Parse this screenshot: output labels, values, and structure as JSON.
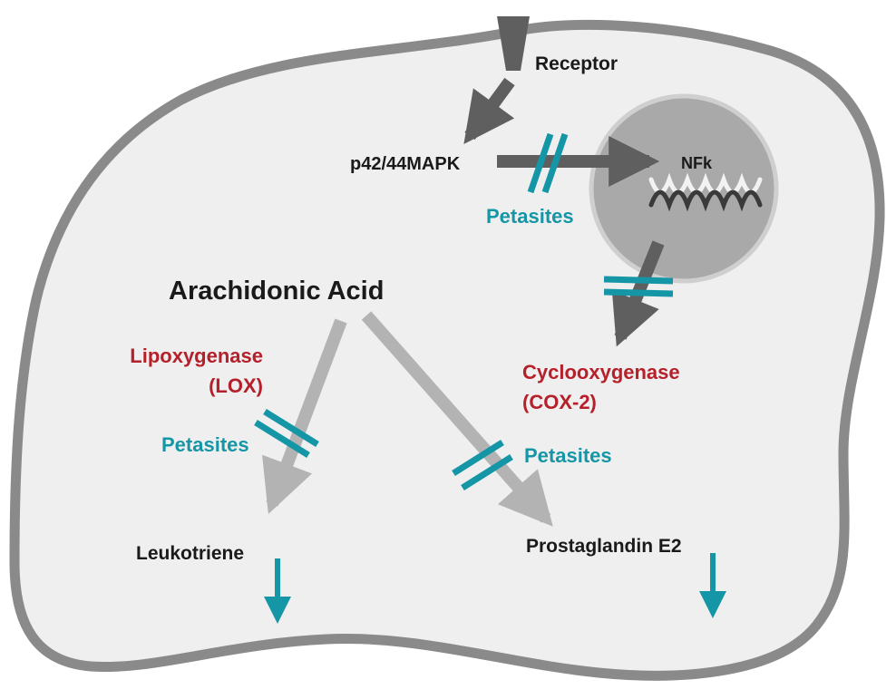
{
  "labels": {
    "receptor": "Receptor",
    "mapk": "p42/44MAPK",
    "nfk": "NFk",
    "arachidonic": "Arachidonic Acid",
    "lox_line1": "Lipoxygenase",
    "lox_line2": "(LOX)",
    "cox_line1": "Cyclooxygenase",
    "cox_line2": "(COX-2)",
    "leukotriene": "Leukotriene",
    "prostaglandin": "Prostaglandin E2"
  },
  "inhibitor_labels": {
    "mapk_nfk": "Petasites",
    "lox": "Petasites",
    "prostaglandin": "Petasites"
  },
  "colors": {
    "cell_fill": "#efefef",
    "membrane": "#8a8a8a",
    "nucleus": "#a9a9a9",
    "dark_arrow": "#5f5f5f",
    "light_arrow": "#b3b3b3",
    "inhibitor": "#1596a6",
    "enzyme_text": "#b5202a",
    "text": "#1a1a1a"
  }
}
